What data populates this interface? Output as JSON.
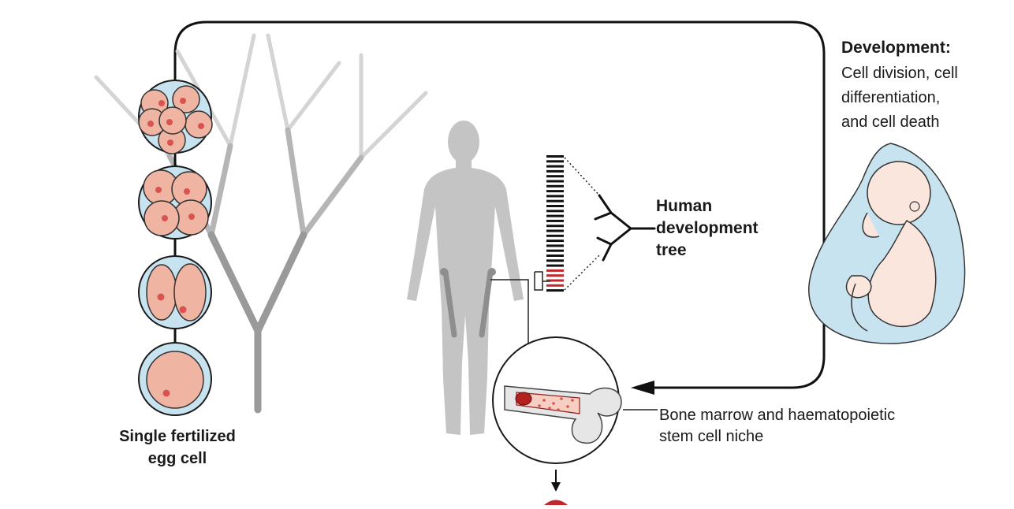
{
  "development": {
    "title": "Development:",
    "body": "Cell division, cell\ndifferentiation,\nand cell death"
  },
  "tree_label": "Human\ndevelopment\ntree",
  "egg_label": "Single fertilized\negg cell",
  "bone_label": "Bone marrow and haematopoietic\nstem cell niche",
  "colors": {
    "cell_fill": "#f0b4a2",
    "cell_nucleus": "#d9534f",
    "membrane": "#c7e3ef",
    "tree_light": "#d0d0d0",
    "tree_dark": "#9a9a9a",
    "silhouette": "#c4c4c4",
    "marker_red": "#c0282d",
    "fetus_skin": "#fbe6dd",
    "sac": "#c7e3ef"
  }
}
